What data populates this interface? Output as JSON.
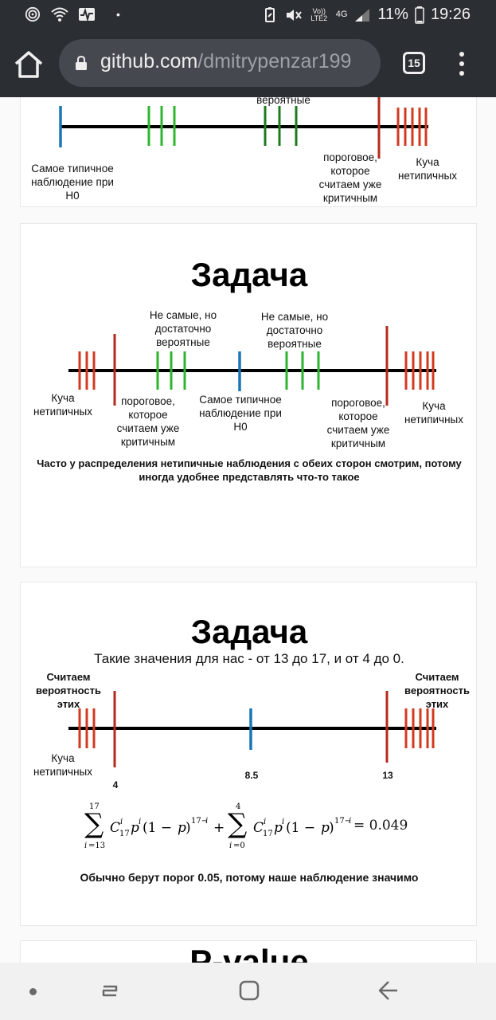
{
  "status": {
    "battery": "11%",
    "time": "19:26",
    "volte": "Vo)) LTE2",
    "network": "4G"
  },
  "browser": {
    "url_domain": "github.com",
    "url_path": "/dmitrypenzar199",
    "tab_count": "15"
  },
  "slide1": {
    "top_label": "вероятные",
    "left_label": "Самое типичное наблюдение при Н0",
    "threshold_label": "пороговое, которое считаем уже критичным",
    "pile_label": "Куча нетипичных"
  },
  "slide2": {
    "title": "Задача",
    "mid_left_label": "Не самые, но достаточно вероятные",
    "mid_right_label": "Не самые, но достаточно вероятные",
    "pile_left_label": "Куча нетипичных",
    "threshold_left_label": "пороговое, которое считаем уже критичным",
    "center_label": "Самое типичное наблюдение при Н0",
    "threshold_right_label": "пороговое, которое считаем уже критичным",
    "pile_right_label": "Куча нетипичных",
    "note": "Часто у распределения нетипичные наблюдения с обеих сторон смотрим, потому иногда удобнее представлять что-то такое"
  },
  "slide3": {
    "title": "Задача",
    "subtitle": "Такие значения для нас - от 13 до 17, и от 4 до 0.",
    "count_left": "Считаем вероятность этих",
    "count_right": "Считаем вероятность этих",
    "pile_label": "Куча нетипичных",
    "tick_left": "4",
    "tick_center": "8.5",
    "tick_right": "13",
    "formula_result": "= 0.049",
    "note": "Обычно берут порог 0.05, потому наше наблюдение значимо"
  },
  "slide4": {
    "title": "P-value"
  },
  "colors": {
    "blue": "#1a75b8",
    "green": "#2db52d",
    "dark_green": "#1f7a1f",
    "red": "#d23a20",
    "dark_red": "#b52a1c"
  }
}
